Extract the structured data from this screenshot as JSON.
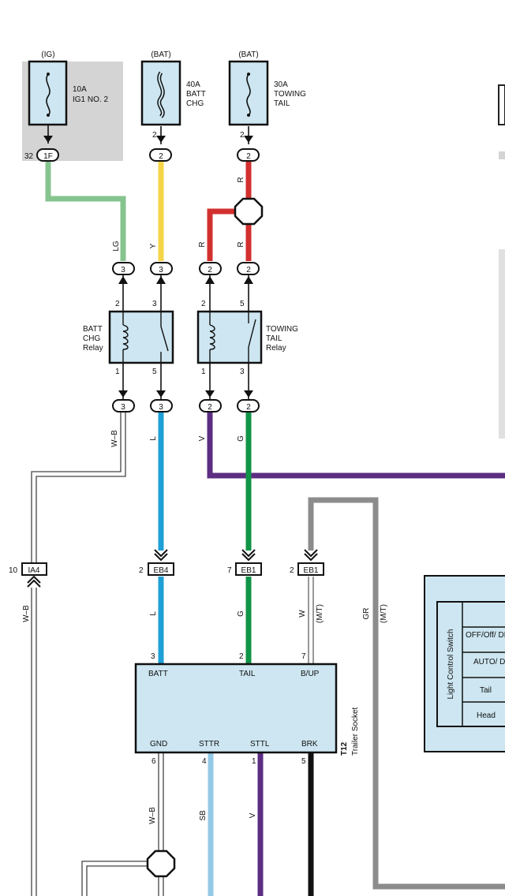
{
  "fuses": {
    "ig1": {
      "source": "(IG)",
      "line1": "10A",
      "line2": "IG1 NO. 2"
    },
    "batt_chg": {
      "source": "(BAT)",
      "line1": "40A",
      "line2": "BATT",
      "line3": "CHG"
    },
    "towing_tail": {
      "source": "(BAT)",
      "line1": "30A",
      "line2": "TOWING",
      "line3": "TAIL"
    }
  },
  "connectors": {
    "c_1f": {
      "pin": "32",
      "label": "1F"
    },
    "c_batt_top": {
      "label": "2",
      "pin": "2"
    },
    "c_tow_top": {
      "label": "2",
      "pin": "2"
    },
    "c_lg3": "3",
    "c_y3": "3",
    "c_r2a": "2",
    "c_r2b": "2",
    "c_wb3": "3",
    "c_l3": "3",
    "c_v2": "2",
    "c_g2": "2",
    "ia4": {
      "pin": "10",
      "label": "IA4"
    },
    "eb4": {
      "pin": "2",
      "label": "EB4"
    },
    "eb1a": {
      "pin": "7",
      "label": "EB1"
    },
    "eb1b": {
      "pin": "2",
      "label": "EB1"
    }
  },
  "wires": {
    "lg": "LG",
    "y": "Y",
    "r_top": "R",
    "r_left": "R",
    "r_right": "R",
    "wb_top": "W–B",
    "l_top": "L",
    "v": "V",
    "g_top": "G",
    "wb_left": "W–B",
    "l_low": "L",
    "g_low": "G",
    "w": "W",
    "w_mt": "(M/T)",
    "gr": "GR",
    "gr_mt": "(M/T)",
    "wb_bottom": "W–B",
    "sb": "SB",
    "v_bottom": "V"
  },
  "relays": {
    "batt_chg": {
      "label1": "BATT",
      "label2": "CHG",
      "label3": "Relay",
      "pin_tl": "2",
      "pin_tr": "3",
      "pin_bl": "1",
      "pin_br": "5"
    },
    "towing_tail": {
      "label1": "TOWING",
      "label2": "TAIL",
      "label3": "Relay",
      "pin_tl": "2",
      "pin_tr": "5",
      "pin_bl": "1",
      "pin_br": "3"
    }
  },
  "socket": {
    "code": "T12",
    "name": "Trailer Socket",
    "top_pins": [
      {
        "pin": "3",
        "name": "BATT"
      },
      {
        "pin": "2",
        "name": "TAIL"
      },
      {
        "pin": "7",
        "name": "B/UP"
      }
    ],
    "bottom_pins": [
      {
        "pin": "6",
        "name": "GND"
      },
      {
        "pin": "4",
        "name": "STTR"
      },
      {
        "pin": "1",
        "name": "STTL"
      },
      {
        "pin": "5",
        "name": "BRK"
      }
    ]
  },
  "light_switch": {
    "title": "Light Control Switch",
    "rows": [
      "OFF/Off/ DRL–OFF",
      "AUTO/ DRL",
      "Tail",
      "Head"
    ]
  },
  "colors": {
    "lg": "#86c48f",
    "y": "#f5d547",
    "r": "#d2302f",
    "l": "#1e9fd6",
    "v": "#5c2d82",
    "g": "#109447",
    "gr": "#8c8c8c",
    "sb": "#93c9e6",
    "b": "#111111",
    "box": "#cde6f1",
    "shade": "#d4d4d4"
  }
}
